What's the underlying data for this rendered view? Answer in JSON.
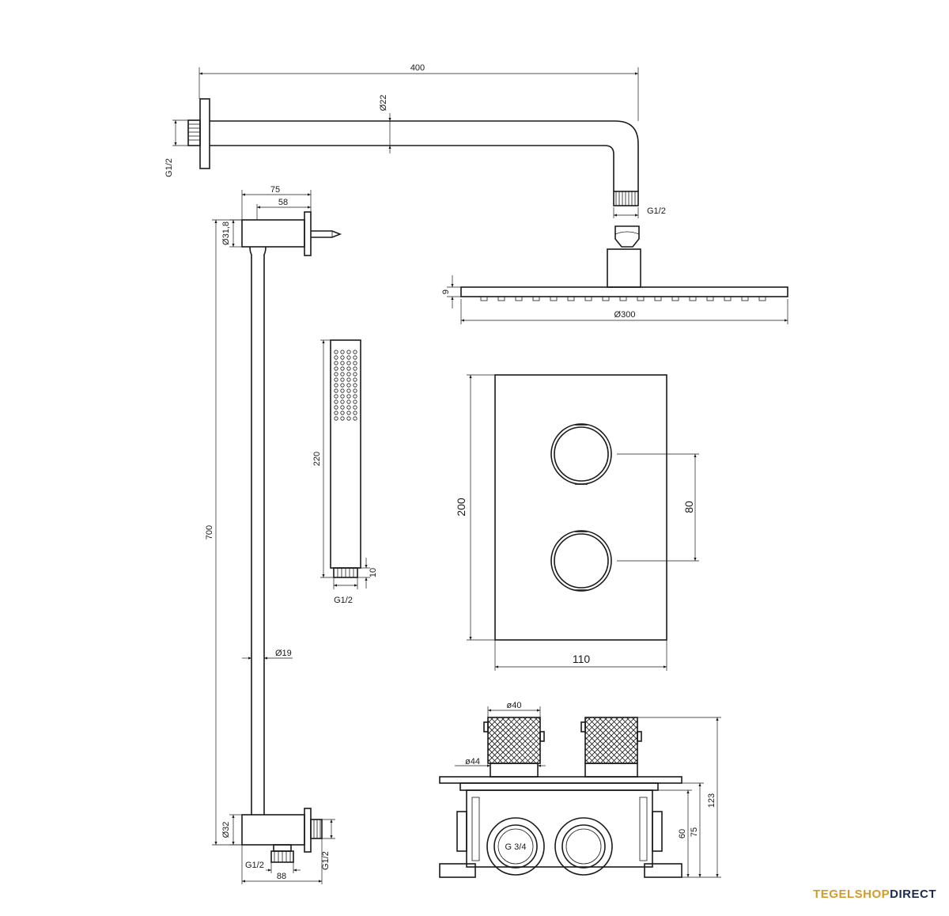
{
  "dimensions": {
    "arm_length": "400",
    "arm_diameter": "Ø22",
    "arm_thread": "G1/2",
    "arm_end_thread": "G1/2",
    "head_thickness": "9",
    "head_diameter": "Ø300",
    "bracket_depth": "75",
    "bracket_inner": "58",
    "rail_top_diameter": "Ø31,8",
    "rail_length": "700",
    "rail_diameter": "Ø19",
    "rail_bottom_diameter": "Ø32",
    "outlet_thread_left": "G1/2",
    "outlet_thread_right": "G1/2",
    "outlet_width": "88",
    "hand_length": "220",
    "hand_thread_len": "10",
    "hand_thread": "G1/2",
    "plate_height": "200",
    "knob_spacing": "80",
    "plate_width": "110",
    "knob_diameter": "ø40",
    "knob_base": "ø44",
    "box_total": "123",
    "box_mid": "75",
    "box_inner": "60",
    "box_thread": "G 3/4"
  },
  "brand": {
    "part1": "TEGELSHOP",
    "part2": "DIRECT",
    "color1": "#d39b2a",
    "color2": "#1c2b52"
  }
}
